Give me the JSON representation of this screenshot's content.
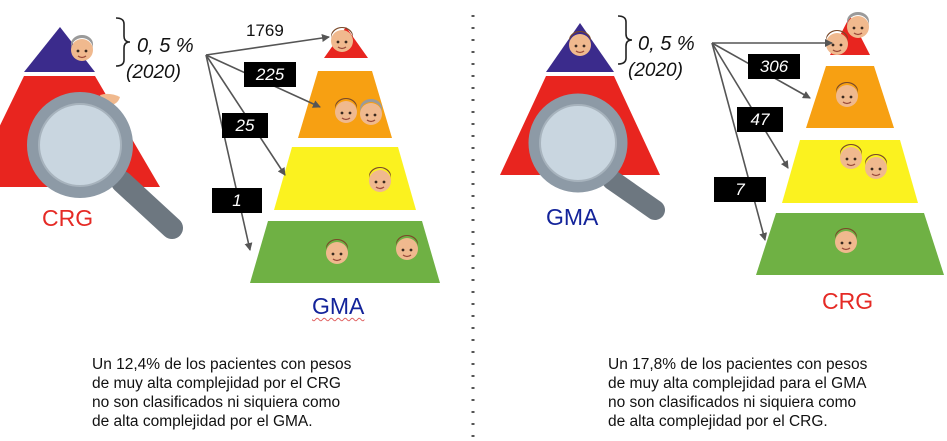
{
  "left_panel": {
    "small_pyramid_label": "CRG",
    "small_pyramid_color": "#e52a25",
    "percent_label": "0, 5 %",
    "year_label": "(2020)",
    "top_count": "1769",
    "badges": [
      "225",
      "25",
      "1"
    ],
    "large_pyramid_label": "GMA",
    "large_pyramid_color": "#13239a",
    "caption": [
      "Un 12,4% de los pacientes con pesos",
      "de muy alta complejidad por el CRG",
      "no son clasificados ni siquiera como",
      "de alta complejidad por el GMA."
    ]
  },
  "right_panel": {
    "small_pyramid_label": "GMA",
    "small_pyramid_color": "#13239a",
    "percent_label": "0, 5 %",
    "year_label": "(2020)",
    "badges": [
      "306",
      "47",
      "7"
    ],
    "large_pyramid_label": "CRG",
    "large_pyramid_color": "#e52a25",
    "caption": [
      "Un 17,8% de los pacientes con pesos",
      "de muy alta complejidad para el GMA",
      "no son clasificados ni siquiera como",
      "de alta complejidad por el CRG."
    ]
  },
  "colors": {
    "tier_red": "#e8251f",
    "tier_orange": "#f7a012",
    "tier_yellow": "#fbf21f",
    "tier_green": "#6fb144",
    "tier_top_small": "#3b2b8c",
    "magnifier_ring": "#8d9aa6",
    "magnifier_glass": "#c9d6e0"
  },
  "icons": {
    "magnifier": "magnifier-icon",
    "person": "person-face-icon",
    "brace": "brace-icon",
    "divider": "dotted-divider"
  }
}
